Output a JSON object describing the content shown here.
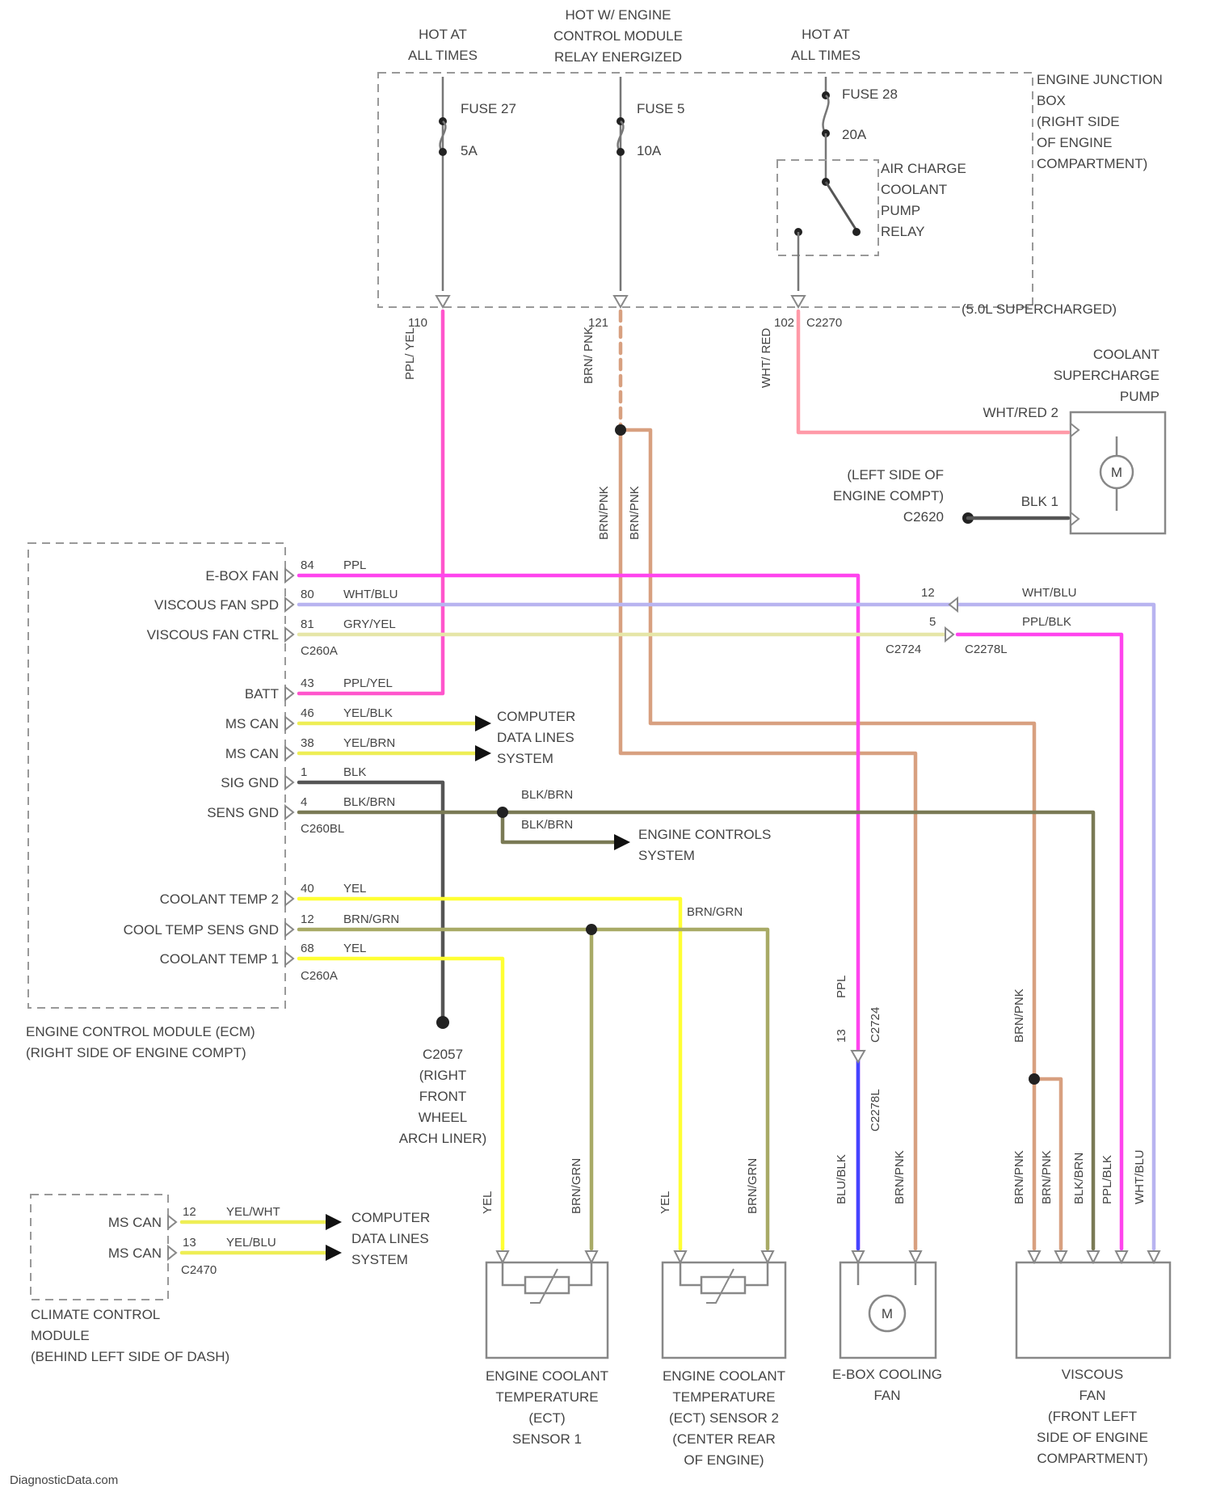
{
  "sources": {
    "hot1": [
      "HOT AT",
      "ALL TIMES"
    ],
    "hot2": [
      "HOT W/ ENGINE",
      "CONTROL MODULE",
      "RELAY ENERGIZED"
    ],
    "hot3": [
      "HOT AT",
      "ALL TIMES"
    ]
  },
  "fuses": {
    "f27_name": "FUSE 27",
    "f27_amp": "5A",
    "f5_name": "FUSE 5",
    "f5_amp": "10A",
    "f28_name": "FUSE 28",
    "f28_amp": "20A"
  },
  "relay": [
    "AIR CHARGE",
    "COOLANT",
    "PUMP",
    "RELAY"
  ],
  "junction_box": [
    "ENGINE JUNCTION",
    "BOX",
    "(RIGHT SIDE",
    "OF ENGINE",
    "COMPARTMENT)"
  ],
  "junction_note": "(5.0L SUPERCHARGED)",
  "jb_pins": {
    "p110": "110",
    "p121": "121",
    "p102": "102",
    "c2270": "C2270"
  },
  "jb_wires": {
    "w1": "PPL/ YEL",
    "w2": "BRN/ PNK",
    "w3": "WHT/ RED"
  },
  "pump": {
    "title": [
      "COOLANT",
      "SUPERCHARGE",
      "PUMP"
    ],
    "pin2": "WHT/RED  2",
    "pin1": "BLK  1",
    "motor": "M"
  },
  "ground_c2620": [
    "(LEFT SIDE OF",
    "ENGINE COMPT)",
    "C2620"
  ],
  "splice_labels": {
    "a": "BRN/PNK",
    "b": "BRN/PNK"
  },
  "ecm": {
    "pins": [
      {
        "label": "E-BOX FAN",
        "num": "84",
        "wire": "PPL"
      },
      {
        "label": "VISCOUS FAN SPD",
        "num": "80",
        "wire": "WHT/BLU"
      },
      {
        "label": "VISCOUS FAN CTRL",
        "num": "81",
        "wire": "GRY/YEL"
      },
      {
        "label": "BATT",
        "num": "43",
        "wire": "PPL/YEL"
      },
      {
        "label": "MS CAN",
        "num": "46",
        "wire": "YEL/BLK"
      },
      {
        "label": "MS CAN",
        "num": "38",
        "wire": "YEL/BRN"
      },
      {
        "label": "SIG GND",
        "num": "1",
        "wire": "BLK"
      },
      {
        "label": "SENS GND",
        "num": "4",
        "wire": "BLK/BRN"
      },
      {
        "label": "COOLANT TEMP 2",
        "num": "40",
        "wire": "YEL"
      },
      {
        "label": "COOL TEMP SENS GND",
        "num": "12",
        "wire": "BRN/GRN"
      },
      {
        "label": "COOLANT TEMP 1",
        "num": "68",
        "wire": "YEL"
      }
    ],
    "conn1": "C260A",
    "conn2": "C260BL",
    "conn3": "C260A",
    "title": [
      "ENGINE CONTROL MODULE (ECM)",
      "(RIGHT SIDE OF ENGINE COMPT)"
    ]
  },
  "cdl1": [
    "COMPUTER",
    "DATA LINES",
    "SYSTEM"
  ],
  "ecs": [
    "ENGINE CONTROLS",
    "SYSTEM"
  ],
  "sensgnd_labels": {
    "a": "BLK/BRN",
    "b": "BLK/BRN"
  },
  "viscous_conn": {
    "p12": "12",
    "w12": "WHT/BLU",
    "p5": "5",
    "w5": "PPL/BLK",
    "c1": "C2724",
    "c2": "C2278L"
  },
  "ground_c2057": [
    "C2057",
    "(RIGHT",
    "FRONT",
    "WHEEL",
    "ARCH LINER)"
  ],
  "brngrn_label": "BRN/GRN",
  "ccm": {
    "pins": [
      {
        "label": "MS CAN",
        "num": "12",
        "wire": "YEL/WHT"
      },
      {
        "label": "MS CAN",
        "num": "13",
        "wire": "YEL/BLU"
      }
    ],
    "conn": "C2470",
    "title": [
      "CLIMATE CONTROL",
      "MODULE",
      "(BEHIND LEFT SIDE OF DASH)"
    ]
  },
  "cdl2": [
    "COMPUTER",
    "DATA LINES",
    "SYSTEM"
  ],
  "ect1": {
    "w1": "YEL",
    "w2": "BRN/GRN",
    "title": [
      "ENGINE COOLANT",
      "TEMPERATURE",
      "(ECT)",
      "SENSOR 1"
    ]
  },
  "ect2": {
    "w1": "YEL",
    "w2": "BRN/GRN",
    "title": [
      "ENGINE COOLANT",
      "TEMPERATURE",
      "(ECT) SENSOR 2",
      "(CENTER REAR",
      "OF ENGINE)"
    ]
  },
  "ebox": {
    "w_ppl": "PPL",
    "pin": "13",
    "conn": "C2724",
    "conn2": "C2278L",
    "w1": "BLU/BLK",
    "w2": "BRN/PNK",
    "motor": "M",
    "title": [
      "E-BOX COOLING",
      "FAN"
    ]
  },
  "viscous_fan": {
    "w_top": "BRN/PNK",
    "wires": [
      "BRN/PNK",
      "BRN/PNK",
      "BLK/BRN",
      "PPL/BLK",
      "WHT/BLU"
    ],
    "title": [
      "VISCOUS",
      "FAN",
      "(FRONT LEFT",
      "SIDE OF ENGINE",
      "COMPARTMENT)"
    ]
  },
  "footer": "DiagnosticData.com",
  "colors": {
    "ppl": "#ff44ee",
    "pplyel": "#ff55cc",
    "whtblu": "#b8b4f0",
    "gryyel": "#e6e6a8",
    "yel": "#ffff33",
    "yelcan": "#eeee55",
    "blk": "#555555",
    "blkbrn": "#7a7a55",
    "brngrn": "#a8aa66",
    "brnpnk": "#d8a080",
    "whtred": "#ff9aa8",
    "blublk": "#4444ff",
    "gray": "#999999"
  }
}
